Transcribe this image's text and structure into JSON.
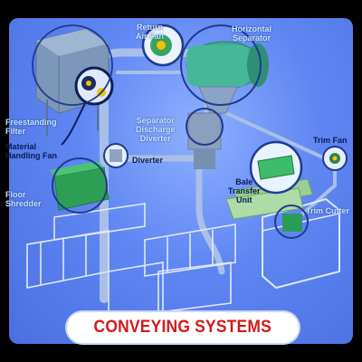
{
  "labels": {
    "return_air_fan": "Return\nAir Fan",
    "horizontal_separator": "Horizontal\nSeparator",
    "freestanding_filter": "Freestanding\nFilter",
    "material_handling_fan": "Material\nHandling Fan",
    "separator_discharge_diverter": "Separator\nDischarge\nDiverter",
    "diverter": "Diverter",
    "trim_fan": "Trim Fan",
    "floor_shredder": "Floor\nShredder",
    "bale_transfer_unit": "Bale\nTransfer\nUnit",
    "trim_cutter": "Trim Cutter"
  },
  "banner": {
    "title": "CONVEYING SYSTEMS"
  },
  "colors": {
    "accent_red": "#d11a1a",
    "equipment_green": "#2f9e55",
    "panel_blue": "#5f86f3"
  }
}
